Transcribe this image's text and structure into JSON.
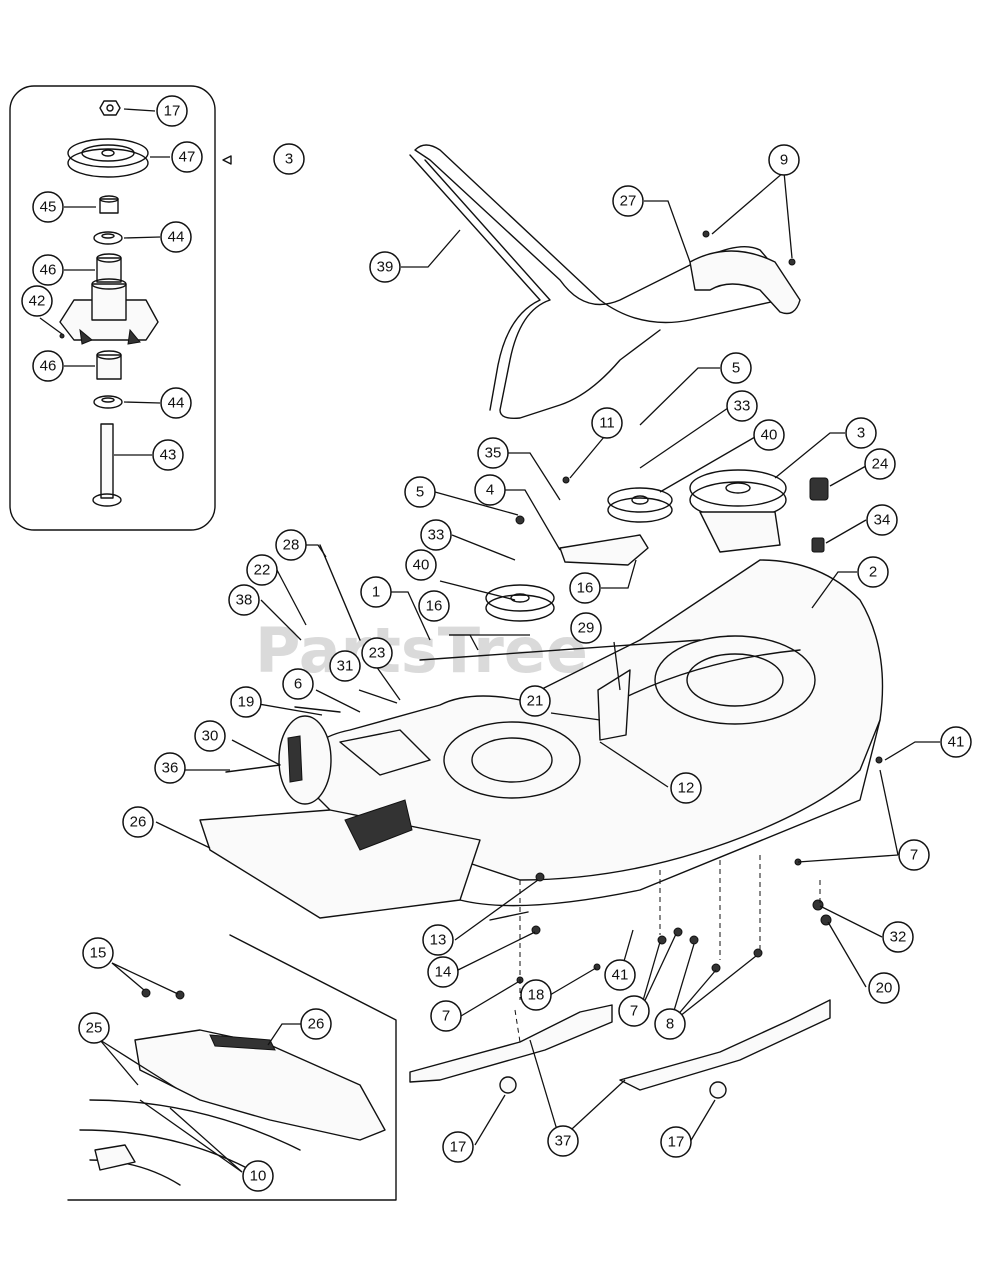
{
  "watermark": "PartsTree",
  "callouts": [
    {
      "id": "c-17-top",
      "label": "17"
    },
    {
      "id": "c-47",
      "label": "47"
    },
    {
      "id": "c-3-inset",
      "label": "3"
    },
    {
      "id": "c-45",
      "label": "45"
    },
    {
      "id": "c-44-a",
      "label": "44"
    },
    {
      "id": "c-46-a",
      "label": "46"
    },
    {
      "id": "c-42",
      "label": "42"
    },
    {
      "id": "c-46-b",
      "label": "46"
    },
    {
      "id": "c-44-b",
      "label": "44"
    },
    {
      "id": "c-43",
      "label": "43"
    },
    {
      "id": "c-9",
      "label": "9"
    },
    {
      "id": "c-27",
      "label": "27"
    },
    {
      "id": "c-39",
      "label": "39"
    },
    {
      "id": "c-5-a",
      "label": "5"
    },
    {
      "id": "c-33-a",
      "label": "33"
    },
    {
      "id": "c-11",
      "label": "11"
    },
    {
      "id": "c-40-a",
      "label": "40"
    },
    {
      "id": "c-3-main",
      "label": "3"
    },
    {
      "id": "c-35",
      "label": "35"
    },
    {
      "id": "c-24",
      "label": "24"
    },
    {
      "id": "c-5-b",
      "label": "5"
    },
    {
      "id": "c-4",
      "label": "4"
    },
    {
      "id": "c-34",
      "label": "34"
    },
    {
      "id": "c-33-b",
      "label": "33"
    },
    {
      "id": "c-16-a",
      "label": "16"
    },
    {
      "id": "c-28",
      "label": "28"
    },
    {
      "id": "c-2",
      "label": "2"
    },
    {
      "id": "c-22",
      "label": "22"
    },
    {
      "id": "c-40-b",
      "label": "40"
    },
    {
      "id": "c-38",
      "label": "38"
    },
    {
      "id": "c-1",
      "label": "1"
    },
    {
      "id": "c-16-b",
      "label": "16"
    },
    {
      "id": "c-29",
      "label": "29"
    },
    {
      "id": "c-23",
      "label": "23"
    },
    {
      "id": "c-31",
      "label": "31"
    },
    {
      "id": "c-6",
      "label": "6"
    },
    {
      "id": "c-19",
      "label": "19"
    },
    {
      "id": "c-21",
      "label": "21"
    },
    {
      "id": "c-30",
      "label": "30"
    },
    {
      "id": "c-41-a",
      "label": "41"
    },
    {
      "id": "c-36",
      "label": "36"
    },
    {
      "id": "c-12",
      "label": "12"
    },
    {
      "id": "c-26-a",
      "label": "26"
    },
    {
      "id": "c-7-a",
      "label": "7"
    },
    {
      "id": "c-13",
      "label": "13"
    },
    {
      "id": "c-32",
      "label": "32"
    },
    {
      "id": "c-15",
      "label": "15"
    },
    {
      "id": "c-14",
      "label": "14"
    },
    {
      "id": "c-41-b",
      "label": "41"
    },
    {
      "id": "c-20",
      "label": "20"
    },
    {
      "id": "c-18",
      "label": "18"
    },
    {
      "id": "c-26-b",
      "label": "26"
    },
    {
      "id": "c-25",
      "label": "25"
    },
    {
      "id": "c-7-b",
      "label": "7"
    },
    {
      "id": "c-7-c",
      "label": "7"
    },
    {
      "id": "c-8",
      "label": "8"
    },
    {
      "id": "c-17-a",
      "label": "17"
    },
    {
      "id": "c-37",
      "label": "37"
    },
    {
      "id": "c-17-b",
      "label": "17"
    },
    {
      "id": "c-10",
      "label": "10"
    }
  ]
}
